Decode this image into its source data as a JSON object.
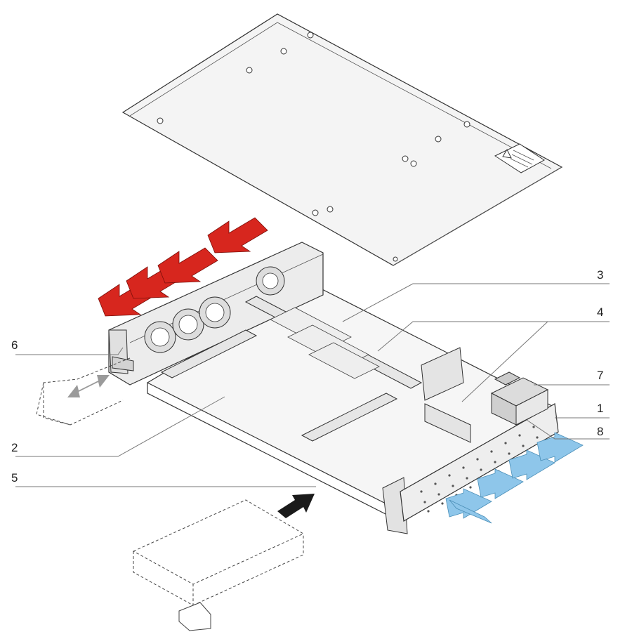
{
  "callouts": [
    {
      "id": "1",
      "label": "1"
    },
    {
      "id": "2",
      "label": "2"
    },
    {
      "id": "3",
      "label": "3"
    },
    {
      "id": "4",
      "label": "4"
    },
    {
      "id": "5",
      "label": "5"
    },
    {
      "id": "6",
      "label": "6"
    },
    {
      "id": "7",
      "label": "7"
    },
    {
      "id": "8",
      "label": "8"
    }
  ],
  "colors": {
    "exhaust_arrow": "#d7261e",
    "intake_arrow": "#8ec6ea",
    "insert_arrow": "#1a1a1a",
    "slide_arrow": "#9a9a9a"
  },
  "icons": [
    "warning-label-icon",
    "exhaust-airflow-arrow",
    "intake-airflow-arrow",
    "insert-arrow",
    "slide-arrow"
  ]
}
